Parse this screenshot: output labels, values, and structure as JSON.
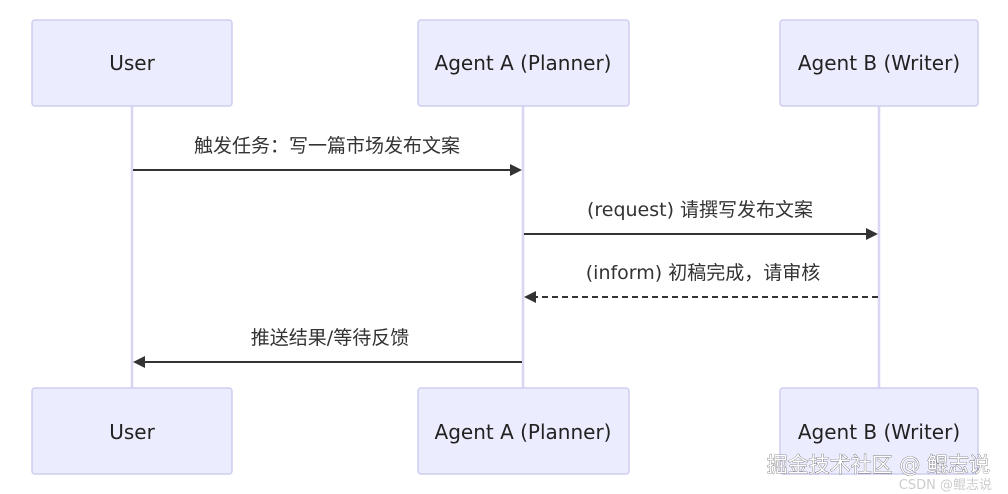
{
  "diagram": {
    "type": "sequence",
    "participants": [
      {
        "id": "user",
        "label": "User"
      },
      {
        "id": "planner",
        "label": "Agent A (Planner)"
      },
      {
        "id": "writer",
        "label": "Agent B (Writer)"
      }
    ],
    "messages": [
      {
        "from": "user",
        "to": "planner",
        "text": "触发任务：写一篇市场发布文案",
        "style": "solid"
      },
      {
        "from": "planner",
        "to": "writer",
        "text": "(request) 请撰写发布文案",
        "style": "solid"
      },
      {
        "from": "writer",
        "to": "planner",
        "text": "(inform) 初稿完成，请审核",
        "style": "dashed"
      },
      {
        "from": "planner",
        "to": "user",
        "text": "推送结果/等待反馈",
        "style": "solid"
      }
    ]
  },
  "watermark": {
    "main": "掘金技术社区 @ 鲲志说",
    "sub": "CSDN @鲲志说"
  },
  "colors": {
    "actor_fill": "#ECECFF",
    "actor_border": "#CFCDF0",
    "lifeline": "#D8D6F2",
    "line": "#333333"
  }
}
